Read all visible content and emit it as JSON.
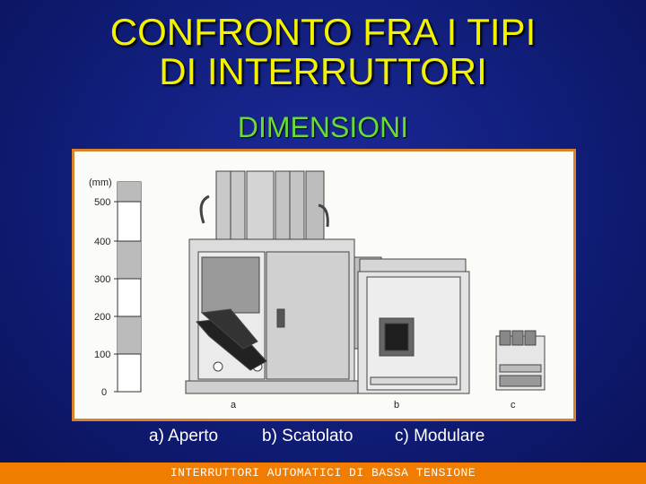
{
  "slide": {
    "title_line1": "CONFRONTO FRA I TIPI",
    "title_line2": "DI INTERRUTTORI",
    "subtitle": "DIMENSIONI"
  },
  "figure": {
    "scale_unit": "(mm)",
    "scale_ticks": [
      "500",
      "400",
      "300",
      "200",
      "100",
      "0"
    ],
    "labels": [
      "a",
      "b",
      "c"
    ]
  },
  "captions": [
    "a) Aperto",
    "b) Scatolato",
    "c) Modulare"
  ],
  "footer": "INTERRUTTORI AUTOMATICI DI BASSA TENSIONE",
  "colors": {
    "background": "#101d78",
    "title": "#f2f200",
    "subtitle": "#66dd33",
    "frame": "#d9812c",
    "footer_bar": "#f07d00"
  }
}
